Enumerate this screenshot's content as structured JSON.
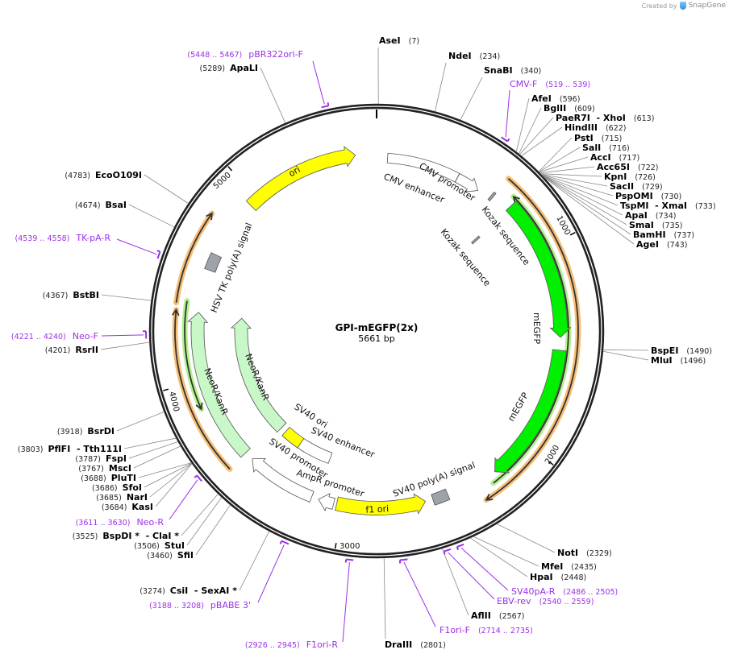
{
  "credit": {
    "prefix": "Created by",
    "brand": "SnapGene"
  },
  "title": {
    "name": "GPI-mEGFP(2x)",
    "length": "5661 bp"
  },
  "total_bp": 5661,
  "ticks": [
    {
      "bp": 1000,
      "label": "1000"
    },
    {
      "bp": 2000,
      "label": "2000"
    },
    {
      "bp": 3000,
      "label": "3000"
    },
    {
      "bp": 4000,
      "label": "4000"
    },
    {
      "bp": 5000,
      "label": "5000"
    }
  ],
  "colors": {
    "backbone": "#222222",
    "primer": "#9b30e8",
    "yellow": "#ffff00",
    "green": "#00f000",
    "light_green": "#c8f7c8",
    "gray": "#9ea3aa",
    "orf_orange": "#f5b461",
    "orf_green": "#a6ef7a"
  },
  "enzymes": [
    {
      "name": "AseI",
      "pos": "(7)",
      "bp": 7
    },
    {
      "name": "NdeI",
      "pos": "(234)",
      "bp": 234
    },
    {
      "name": "SnaBI",
      "pos": "(340)",
      "bp": 340
    },
    {
      "name": "AfeI",
      "pos": "(596)",
      "bp": 596
    },
    {
      "name": "BglII",
      "pos": "(609)",
      "bp": 609
    },
    {
      "name": "PaeR7I  - XhoI",
      "pos": "(613)",
      "bp": 613
    },
    {
      "name": "HindIII",
      "pos": "(622)",
      "bp": 622
    },
    {
      "name": "PstI",
      "pos": "(715)",
      "bp": 715
    },
    {
      "name": "SalI",
      "pos": "(716)",
      "bp": 716
    },
    {
      "name": "AccI",
      "pos": "(717)",
      "bp": 717
    },
    {
      "name": "Acc65I",
      "pos": "(722)",
      "bp": 722
    },
    {
      "name": "KpnI",
      "pos": "(726)",
      "bp": 726
    },
    {
      "name": "SacII",
      "pos": "(729)",
      "bp": 729
    },
    {
      "name": "PspOMI",
      "pos": "(730)",
      "bp": 730
    },
    {
      "name": "TspMI  - XmaI",
      "pos": "(733)",
      "bp": 733
    },
    {
      "name": "ApaI",
      "pos": "(734)",
      "bp": 734
    },
    {
      "name": "SmaI",
      "pos": "(735)",
      "bp": 735
    },
    {
      "name": "BamHI",
      "pos": "(737)",
      "bp": 737
    },
    {
      "name": "AgeI",
      "pos": "(743)",
      "bp": 743
    },
    {
      "name": "BspEI",
      "pos": "(1490)",
      "bp": 1490
    },
    {
      "name": "MluI",
      "pos": "(1496)",
      "bp": 1496
    },
    {
      "name": "NotI",
      "pos": "(2329)",
      "bp": 2329
    },
    {
      "name": "MfeI",
      "pos": "(2435)",
      "bp": 2435
    },
    {
      "name": "HpaI",
      "pos": "(2448)",
      "bp": 2448
    },
    {
      "name": "AflII",
      "pos": "(2567)",
      "bp": 2567
    },
    {
      "name": "DraIII",
      "pos": "(2801)",
      "bp": 2801
    },
    {
      "name": "ApaLI",
      "pos": "(5289)",
      "bp": 5289
    },
    {
      "name": "EcoO109I",
      "pos": "(4783)",
      "bp": 4783
    },
    {
      "name": "BsaI",
      "pos": "(4674)",
      "bp": 4674
    },
    {
      "name": "BstBI",
      "pos": "(4367)",
      "bp": 4367
    },
    {
      "name": "RsrII",
      "pos": "(4201)",
      "bp": 4201
    },
    {
      "name": "BsrDI",
      "pos": "(3918)",
      "bp": 3918
    },
    {
      "name": "PflFI  - Tth111I",
      "pos": "(3803)",
      "bp": 3803
    },
    {
      "name": "FspI",
      "pos": "(3787)",
      "bp": 3787
    },
    {
      "name": "MscI",
      "pos": "(3767)",
      "bp": 3767
    },
    {
      "name": "PluTI",
      "pos": "(3688)",
      "bp": 3688
    },
    {
      "name": "SfoI",
      "pos": "(3686)",
      "bp": 3686
    },
    {
      "name": "NarI",
      "pos": "(3685)",
      "bp": 3685
    },
    {
      "name": "KasI",
      "pos": "(3684)",
      "bp": 3684
    },
    {
      "name": "BspDI *  - ClaI *",
      "pos": "(3525)",
      "bp": 3525
    },
    {
      "name": "StuI",
      "pos": "(3506)",
      "bp": 3506
    },
    {
      "name": "SfiI",
      "pos": "(3460)",
      "bp": 3460
    },
    {
      "name": "CsiI  - SexAI *",
      "pos": "(3274)",
      "bp": 3274
    }
  ],
  "primers": [
    {
      "name": "pBR322ori-F",
      "range": "(5448 .. 5467)",
      "start": 5448,
      "end": 5467
    },
    {
      "name": "CMV-F",
      "range": "(519 .. 539)",
      "start": 519,
      "end": 539
    },
    {
      "name": "TK-pA-R",
      "range": "(4539 .. 4558)",
      "start": 4539,
      "end": 4558
    },
    {
      "name": "Neo-F",
      "range": "(4221 .. 4240)",
      "start": 4221,
      "end": 4240
    },
    {
      "name": "Neo-R",
      "range": "(3611 .. 3630)",
      "start": 3611,
      "end": 3630
    },
    {
      "name": "pBABE 3'",
      "range": "(3188 .. 3208)",
      "start": 3188,
      "end": 3208
    },
    {
      "name": "F1ori-R",
      "range": "(2926 .. 2945)",
      "start": 2926,
      "end": 2945
    },
    {
      "name": "F1ori-F",
      "range": "(2714 .. 2735)",
      "start": 2714,
      "end": 2735
    },
    {
      "name": "EBV-rev",
      "range": "(2540 .. 2559)",
      "start": 2540,
      "end": 2559
    },
    {
      "name": "SV40pA-R",
      "range": "(2486 .. 2505)",
      "start": 2486,
      "end": 2505
    }
  ],
  "features": [
    {
      "name": "CMV enhancer",
      "start": 57,
      "end": 436,
      "direction": 0,
      "color": "#ffffff"
    },
    {
      "name": "CMV promoter",
      "start": 437,
      "end": 562,
      "direction": 1,
      "color": "#ffffff"
    },
    {
      "name": "Kozak sequence",
      "start": 632,
      "end": 644,
      "direction": 0,
      "color": "#9ea3aa"
    },
    {
      "name": "Kozak sequence",
      "start": 739,
      "end": 751,
      "direction": 0,
      "color": "#9ea3aa"
    },
    {
      "name": "mEGFP",
      "start": 739,
      "end": 1447,
      "direction": 1,
      "color": "#00f000"
    },
    {
      "name": "mEGFP",
      "start": 1510,
      "end": 2202,
      "direction": 1,
      "color": "#00f000"
    },
    {
      "name": "SV40 poly(A) signal",
      "start": 2461,
      "end": 2540,
      "direction": 0,
      "color": "#9ea3aa"
    },
    {
      "name": "f1 ori",
      "start": 2579,
      "end": 3035,
      "direction": -1,
      "color": "#ffff00"
    },
    {
      "name": "AmpR promoter",
      "start": 3050,
      "end": 3130,
      "direction": 1,
      "color": "#ffffff"
    },
    {
      "name": "SV40 promoter",
      "start": 3166,
      "end": 3525,
      "direction": 1,
      "color": "#ffffff"
    },
    {
      "name": "SV40 enhancer",
      "start": 3145,
      "end": 3366,
      "direction": 0,
      "color": "#ffffff"
    },
    {
      "name": "SV40 ori",
      "start": 3366,
      "end": 3492,
      "direction": 0,
      "color": "#ffff00"
    },
    {
      "name": "NeoR/KanR",
      "start": 3530,
      "end": 4330,
      "direction": 1,
      "color": "#c8f7c8"
    },
    {
      "name": "NeoR/KanR",
      "start": 3570,
      "end": 4340,
      "direction": 1,
      "color": "#c8f7c8"
    },
    {
      "name": "HSV TK poly(A) signal",
      "start": 4560,
      "end": 4645,
      "direction": 0,
      "color": "#9ea3aa"
    },
    {
      "name": "ori",
      "start": 4953,
      "end": 5553,
      "direction": 1,
      "color": "#ffff00"
    }
  ],
  "orfs": [
    {
      "start": 642,
      "end": 2312,
      "direction": 1,
      "color": "#f5b461"
    },
    {
      "start": 716,
      "end": 2241,
      "direction": -1,
      "color": "#a6ef7a"
    },
    {
      "start": 4373,
      "end": 4805,
      "direction": 1,
      "color": "#f5b461"
    },
    {
      "start": 3565,
      "end": 4341,
      "direction": 1,
      "color": "#f5b461"
    },
    {
      "start": 3868,
      "end": 4388,
      "direction": -1,
      "color": "#a6ef7a"
    }
  ]
}
